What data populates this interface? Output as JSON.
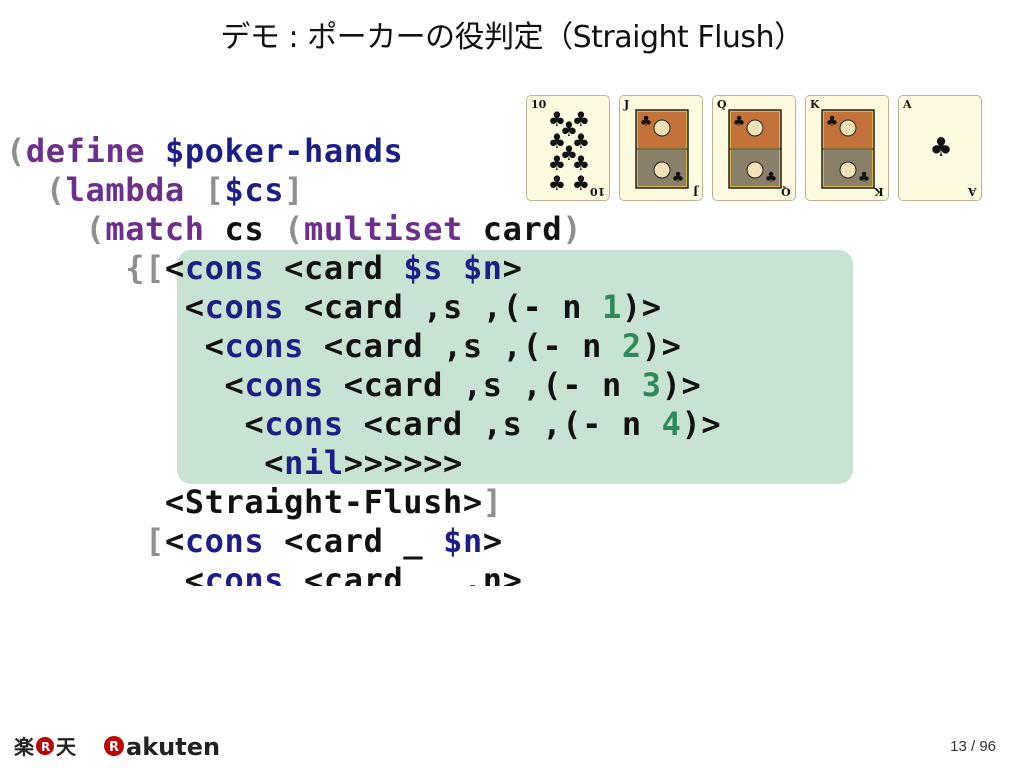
{
  "slide": {
    "title": "デモ : ポーカーの役判定（Straight Flush）",
    "page_current": "13",
    "page_separator": "/",
    "page_total": "96"
  },
  "code": {
    "lines": [
      [
        {
          "t": "(",
          "c": "p"
        },
        {
          "t": "define",
          "c": "k"
        },
        {
          "t": " ",
          "c": "d"
        },
        {
          "t": "$poker-hands",
          "c": "b"
        }
      ],
      [
        {
          "t": "  (",
          "c": "p"
        },
        {
          "t": "lambda",
          "c": "k"
        },
        {
          "t": " [",
          "c": "p"
        },
        {
          "t": "$cs",
          "c": "b"
        },
        {
          "t": "]",
          "c": "p"
        }
      ],
      [
        {
          "t": "    (",
          "c": "p"
        },
        {
          "t": "match",
          "c": "k"
        },
        {
          "t": " cs ",
          "c": "d"
        },
        {
          "t": "(",
          "c": "p"
        },
        {
          "t": "multiset",
          "c": "k"
        },
        {
          "t": " card",
          "c": "d"
        },
        {
          "t": ")",
          "c": "p"
        }
      ],
      [
        {
          "t": "      {[",
          "c": "p"
        },
        {
          "t": "<",
          "c": "d"
        },
        {
          "t": "cons",
          "c": "b"
        },
        {
          "t": " <card ",
          "c": "d"
        },
        {
          "t": "$s $n",
          "c": "b"
        },
        {
          "t": ">",
          "c": "d"
        }
      ],
      [
        {
          "t": "         <",
          "c": "d"
        },
        {
          "t": "cons",
          "c": "b"
        },
        {
          "t": " <card ,s ,(",
          "c": "d"
        },
        {
          "t": "- n ",
          "c": "d"
        },
        {
          "t": "1",
          "c": "n"
        },
        {
          "t": ")>",
          "c": "d"
        }
      ],
      [
        {
          "t": "          <",
          "c": "d"
        },
        {
          "t": "cons",
          "c": "b"
        },
        {
          "t": " <card ,s ,(",
          "c": "d"
        },
        {
          "t": "- n ",
          "c": "d"
        },
        {
          "t": "2",
          "c": "n"
        },
        {
          "t": ")>",
          "c": "d"
        }
      ],
      [
        {
          "t": "           <",
          "c": "d"
        },
        {
          "t": "cons",
          "c": "b"
        },
        {
          "t": " <card ,s ,(",
          "c": "d"
        },
        {
          "t": "- n ",
          "c": "d"
        },
        {
          "t": "3",
          "c": "n"
        },
        {
          "t": ")>",
          "c": "d"
        }
      ],
      [
        {
          "t": "            <",
          "c": "d"
        },
        {
          "t": "cons",
          "c": "b"
        },
        {
          "t": " <card ,s ,(",
          "c": "d"
        },
        {
          "t": "- n ",
          "c": "d"
        },
        {
          "t": "4",
          "c": "n"
        },
        {
          "t": ")>",
          "c": "d"
        }
      ],
      [
        {
          "t": "             <",
          "c": "d"
        },
        {
          "t": "nil",
          "c": "b"
        },
        {
          "t": ">>>>>>",
          "c": "d"
        }
      ],
      [
        {
          "t": "        <Straight-Flush>",
          "c": "d"
        },
        {
          "t": "]",
          "c": "p"
        }
      ],
      [
        {
          "t": "       [",
          "c": "p"
        },
        {
          "t": "<",
          "c": "d"
        },
        {
          "t": "cons",
          "c": "b"
        },
        {
          "t": " <card _ ",
          "c": "d"
        },
        {
          "t": "$n",
          "c": "b"
        },
        {
          "t": ">",
          "c": "d"
        }
      ],
      [
        {
          "t": "         <",
          "c": "d"
        },
        {
          "t": "cons",
          "c": "b"
        },
        {
          "t": " <card _ ,n>",
          "c": "d"
        }
      ]
    ]
  },
  "cards": [
    {
      "rank": "10",
      "suit": "♣",
      "kind": "pips"
    },
    {
      "rank": "J",
      "suit": "♣",
      "kind": "face"
    },
    {
      "rank": "Q",
      "suit": "♣",
      "kind": "face"
    },
    {
      "rank": "K",
      "suit": "♣",
      "kind": "face"
    },
    {
      "rank": "A",
      "suit": "♣",
      "kind": "ace"
    }
  ],
  "footer": {
    "logo_kanji": "楽天",
    "logo_word": "Rakuten",
    "logo_r": "R",
    "brand_color": "#bf0000"
  }
}
